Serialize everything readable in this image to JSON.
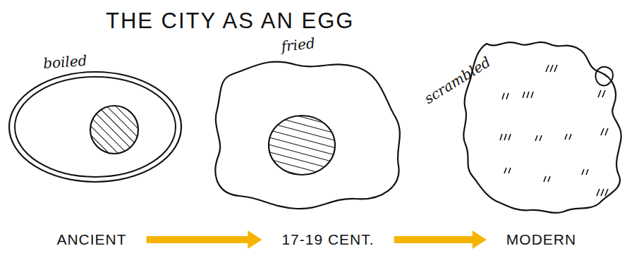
{
  "diagram": {
    "title": "THE CITY AS AN EGG",
    "nodes": [
      {
        "text": [
          "ANCIENT"
        ]
      },
      {
        "text": [
          "17-19 CENT."
        ]
      },
      {
        "text": [
          "MODERN"
        ]
      }
    ],
    "edges": [
      {
        "from": 0,
        "to": 1,
        "arrow": "to"
      },
      {
        "from": 1,
        "to": 2,
        "arrow": "to"
      }
    ],
    "labels": [
      "boiled",
      "fried",
      "scrambled"
    ]
  }
}
